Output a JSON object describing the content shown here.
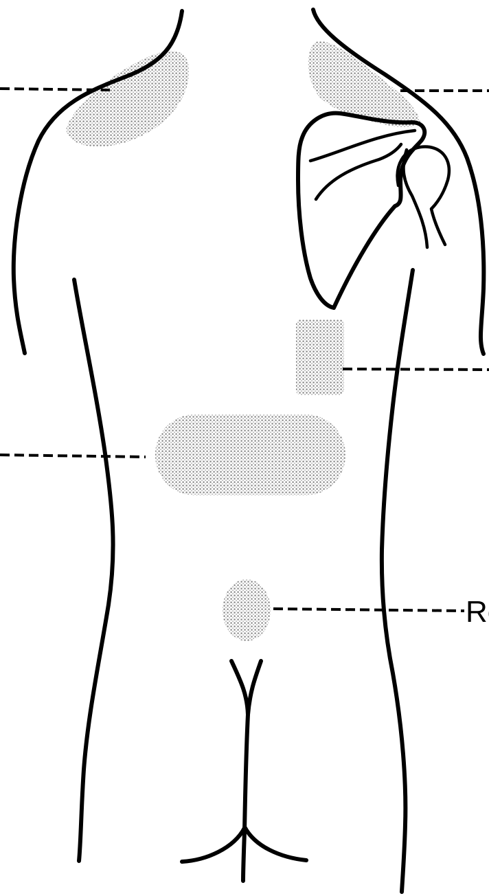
{
  "diagram": {
    "shading_color": "#8a8a8a",
    "line_color": "#000000",
    "regions": [
      {
        "id": "left-shoulder-region"
      },
      {
        "id": "right-shoulder-region"
      },
      {
        "id": "right-mid-back-region"
      },
      {
        "id": "lower-back-region"
      },
      {
        "id": "sacral-region"
      }
    ],
    "callouts": [
      {
        "id": "left-shoulder-callout",
        "text": ""
      },
      {
        "id": "right-shoulder-callout",
        "text": ""
      },
      {
        "id": "right-mid-back-callout",
        "text": ""
      },
      {
        "id": "lower-back-callout",
        "text": ""
      },
      {
        "id": "sacral-callout",
        "text": "Re"
      }
    ]
  }
}
